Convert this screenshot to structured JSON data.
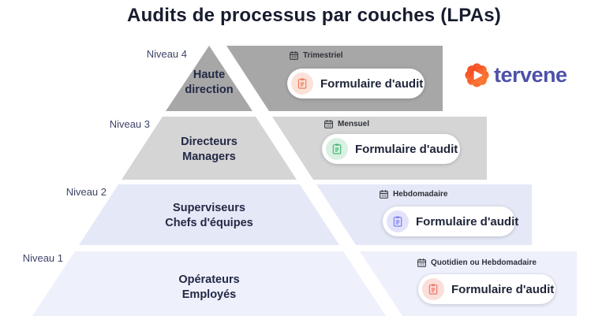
{
  "title": "Audits de processus par couches (LPAs)",
  "logo": {
    "name": "tervene",
    "wordmark_color": "#4d51a8",
    "icon_color": "#f4511e"
  },
  "levels": [
    {
      "tier_label": "Niveau 4",
      "audience_line1": "Haute",
      "audience_line2": "direction",
      "frequency": "Trimestriel",
      "form_button": "Formulaire d'audit",
      "shape_color": "#a7a7a7",
      "accent": "#ed7d5e",
      "accent_bg": "#fbe2d8"
    },
    {
      "tier_label": "Niveau 3",
      "audience_line1": "Directeurs",
      "audience_line2": "Managers",
      "frequency": "Mensuel",
      "form_button": "Formulaire d'audit",
      "shape_color": "#d5d5d5",
      "accent": "#4db87a",
      "accent_bg": "#d9f1e2"
    },
    {
      "tier_label": "Niveau 2",
      "audience_line1": "Superviseurs",
      "audience_line2": "Chefs d'équipes",
      "frequency": "Hebdomadaire",
      "form_button": "Formulaire d'audit",
      "shape_color": "#e5e8f6",
      "accent": "#7d80f0",
      "accent_bg": "#e2e3fb"
    },
    {
      "tier_label": "Niveau 1",
      "audience_line1": "Opérateurs",
      "audience_line2": "Employés",
      "frequency": "Quotidien ou Hebdomadaire",
      "form_button": "Formulaire d'audit",
      "shape_color": "#eef0fb",
      "accent": "#f0746a",
      "accent_bg": "#fcdeda"
    }
  ]
}
